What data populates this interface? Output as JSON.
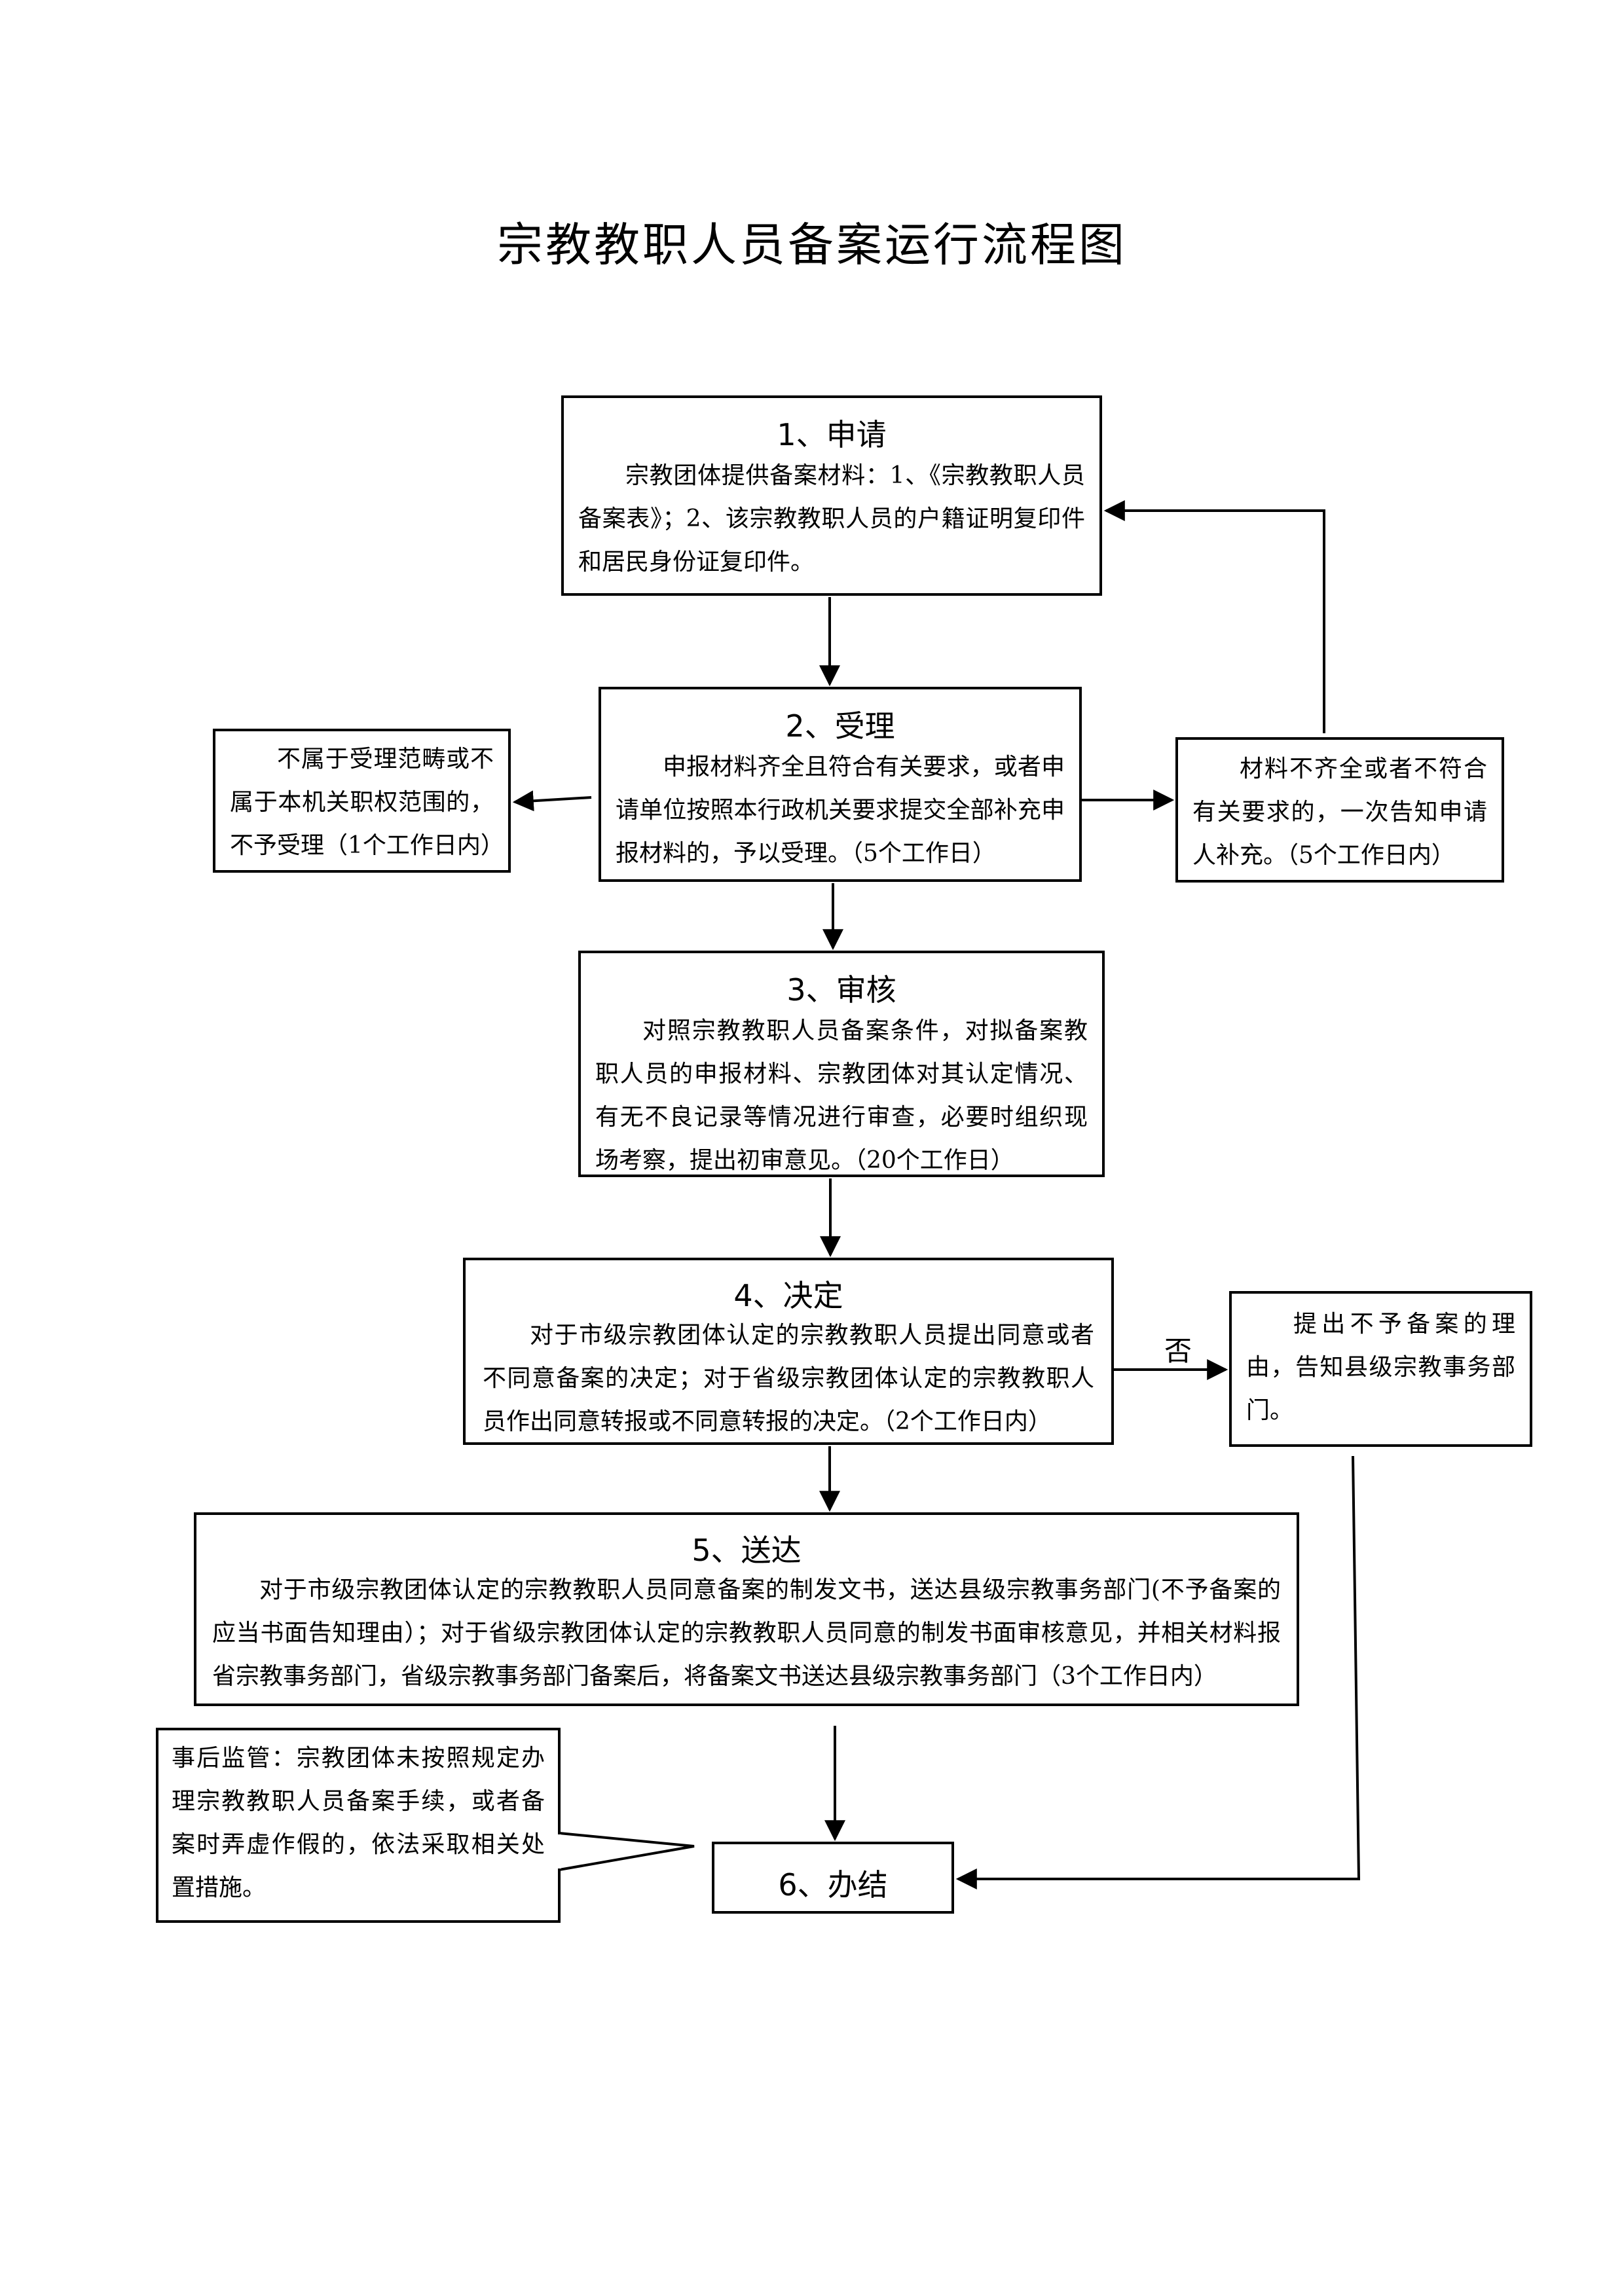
{
  "title": "宗教教职人员备案运行流程图",
  "steps": [
    {
      "title": "1、申请",
      "text": "宗教团体提供备案材料：1、《宗教教职人员备案表》；2、该宗教教职人员的户籍证明复印件和居民身份证复印件。"
    },
    {
      "title": "2、受理",
      "text": "申报材料齐全且符合有关要求，或者申请单位按照本行政机关要求提交全部补充申报材料的，予以受理。（5个工作日）"
    },
    {
      "title": "3、审核",
      "text": "对照宗教教职人员备案条件，对拟备案教职人员的申报材料、宗教团体对其认定情况、有无不良记录等情况进行审查，必要时组织现场考察，提出初审意见。（20个工作日）"
    },
    {
      "title": "4、决定",
      "text": "对于市级宗教团体认定的宗教教职人员提出同意或者不同意备案的决定；对于省级宗教团体认定的宗教教职人员作出同意转报或不同意转报的决定。（2个工作日内）"
    },
    {
      "title": "5、送达",
      "text": "对于市级宗教团体认定的宗教教职人员同意备案的制发文书，送达县级宗教事务部门(不予备案的应当书面告知理由）；对于省级宗教团体认定的宗教教职人员同意的制发书面审核意见，并相关材料报省宗教事务部门，省级宗教事务部门备案后，将备案文书送达县级宗教事务部门（3个工作日内）"
    },
    {
      "title": "6、办结"
    }
  ],
  "side_boxes": {
    "reject": "不属于受理范畴或不属于本机关职权范围的，不予受理（1个工作日内）",
    "supplement": "材料不齐全或者不符合有关要求的，一次告知申请人补充。（5个工作日内）",
    "not_filed": "提出不予备案的理由，告知县级宗教事务部门。",
    "supervision": "事后监管：宗教团体未按照规定办理宗教教职人员备案手续，或者备案时弄虚作假的，依法采取相关处置措施。"
  },
  "labels": {
    "no": "否"
  }
}
